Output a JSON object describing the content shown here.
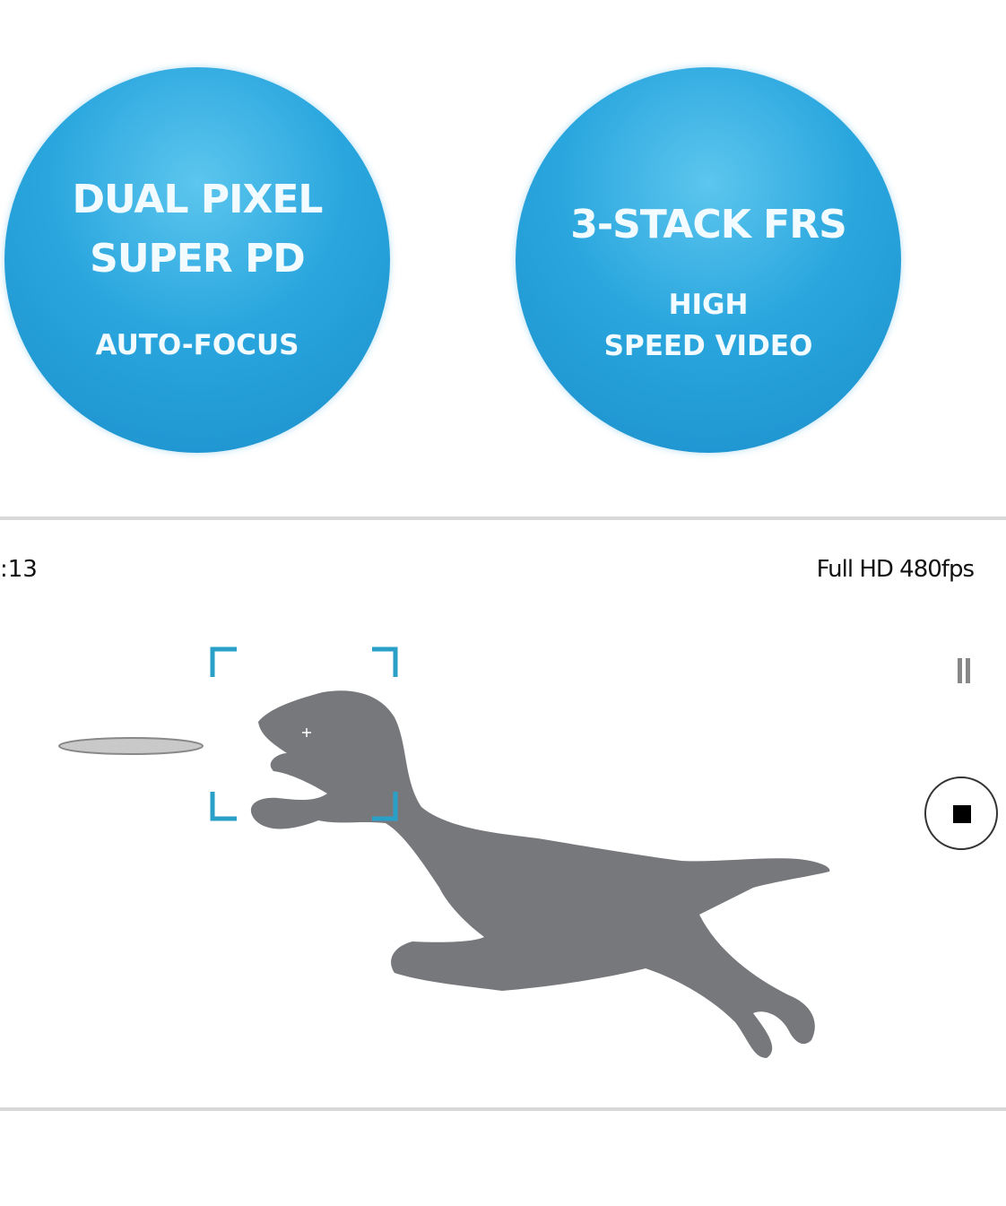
{
  "features": [
    {
      "title_lines": [
        "DUAL PIXEL",
        "SUPER PD"
      ],
      "subtitle_lines": [
        "AUTO-FOCUS"
      ]
    },
    {
      "title_lines": [
        "3-STACK FRS"
      ],
      "subtitle_lines": [
        "HIGH",
        "SPEED VIDEO"
      ]
    }
  ],
  "camera": {
    "timer": ":13",
    "resolution": "Full HD 480fps",
    "pause_icon": "pause-icon",
    "stop_icon": "stop-icon"
  },
  "colors": {
    "accent": "#2aa6de",
    "focus_frame": "#2aa0c8",
    "dog": "#76787b"
  }
}
